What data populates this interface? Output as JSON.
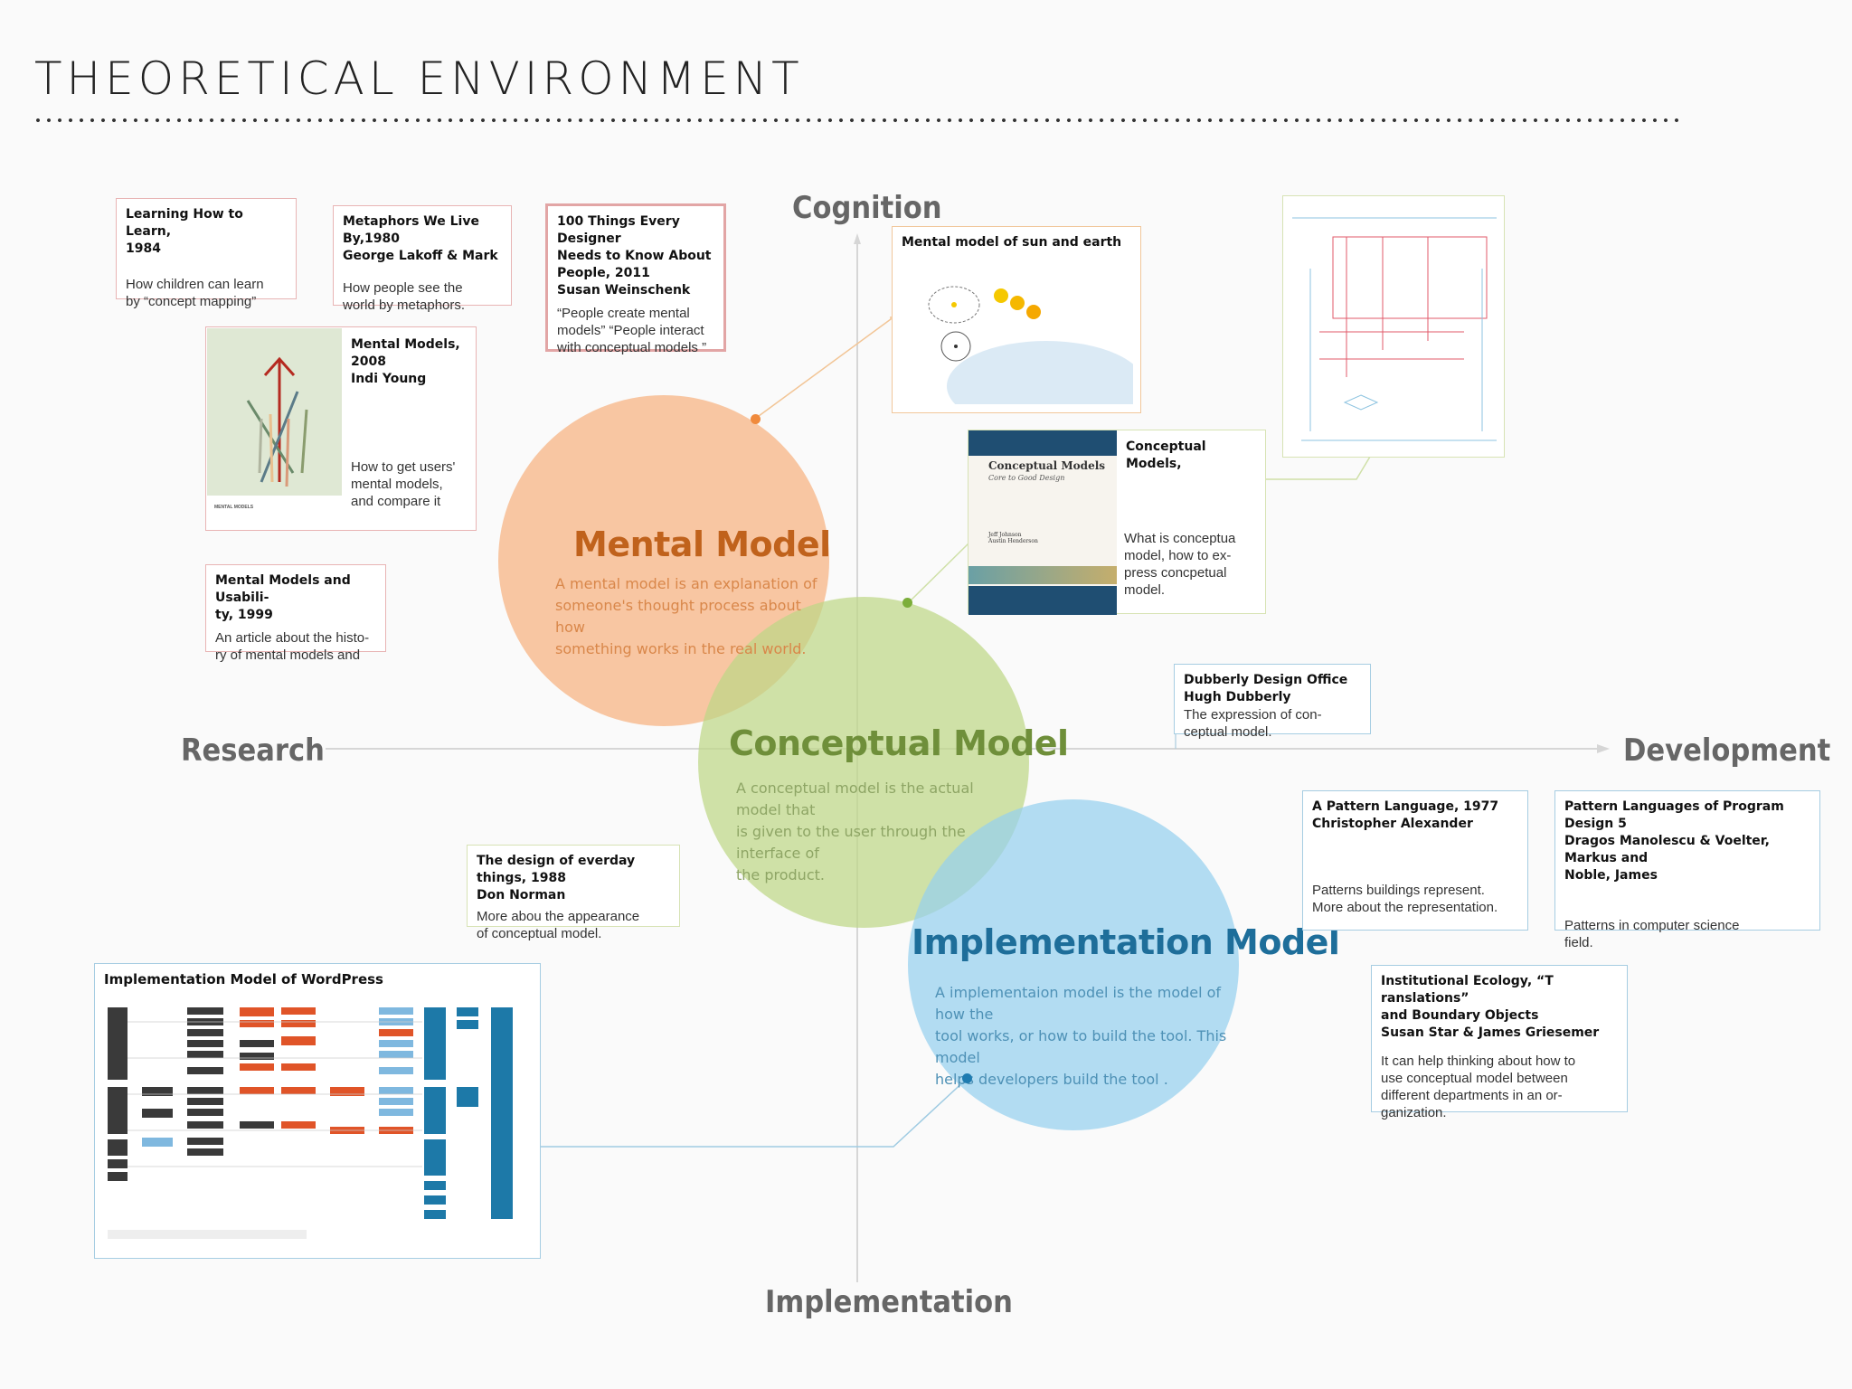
{
  "page_title": "THEORETICAL ENVIRONMENT",
  "axes": {
    "top": "Cognition",
    "bottom": "Implementation",
    "left": "Research",
    "right": "Development"
  },
  "circles": {
    "mental": {
      "title": "Mental Model",
      "desc": [
        "A mental model is an explanation of",
        "someone's thought process about how",
        "something works in the real world."
      ],
      "color": "#f6b98c"
    },
    "conceptual": {
      "title": "Conceptual Model",
      "desc": [
        "A conceptual model is the actual model that",
        "is given to the user through the interface of",
        "the product."
      ],
      "color": "#c6dc95"
    },
    "implementation": {
      "title": "Implementation Model",
      "desc": [
        "A implementaion model is the model of how the",
        "tool works, or how to build the tool. This model",
        "helps developers build the tool ."
      ],
      "color": "#9fd4ee"
    }
  },
  "cards": {
    "learning": {
      "title": [
        "Learning How to Learn,",
        "1984"
      ],
      "body": [
        "How children can learn",
        "by “concept mapping”"
      ]
    },
    "metaphors": {
      "title": [
        "Metaphors We Live By,1980",
        "George Lakoff & Mark"
      ],
      "body": [
        "How people see the",
        "world by metaphors."
      ]
    },
    "hundred": {
      "title": [
        "100 Things Every Designer",
        "Needs to Know About",
        "People, 2011",
        "Susan Weinschenk"
      ],
      "body": [
        "“People create mental",
        "models” “People interact",
        "with conceptual models ”"
      ]
    },
    "mentalmodels": {
      "title": [
        "Mental Models, 2008",
        "Indi Young"
      ],
      "body": [
        "How to get users'",
        "mental models,",
        "and compare it"
      ],
      "book_label": "MENTAL MODELS"
    },
    "usability": {
      "title": [
        "Mental Models and Usabili-",
        "ty, 1999"
      ],
      "body": [
        "An article about the histo-",
        "ry of mental models and"
      ]
    },
    "sunearth": {
      "title": "Mental model of sun and earth"
    },
    "conceptualbook": {
      "title": "Conceptual Models,",
      "body": [
        "What is conceptua",
        "model, how to ex-",
        "press concpetual",
        "model."
      ],
      "cover_title": "Conceptual Models",
      "cover_sub": "Core to Good Design",
      "cover_authors": [
        "Jeff Johnson",
        "Austin Henderson"
      ]
    },
    "dubberly": {
      "title": [
        "Dubberly Design Office",
        "Hugh Dubberly"
      ],
      "body": [
        "The expression of con-",
        "ceptual model."
      ]
    },
    "norman": {
      "title": [
        "The design of everday things, 1988",
        "Don Norman"
      ],
      "body": [
        "More abou the appearance",
        "of conceptual model."
      ]
    },
    "pattern": {
      "title": [
        "A Pattern Language, 1977",
        "Christopher Alexander"
      ],
      "body": [
        "Patterns buildings represent.",
        "More about the representation."
      ]
    },
    "patternprog": {
      "title": [
        "Pattern Languages of Program Design 5",
        "Dragos Manolescu & Voelter, Markus and",
        "Noble, James"
      ],
      "body": [
        "Patterns in computer science",
        "field."
      ]
    },
    "institutional": {
      "title": [
        "Institutional Ecology, “T ranslations”",
        "and Boundary Objects",
        "Susan Star & James Griesemer"
      ],
      "body": [
        "It can help thinking about how to",
        "use conceptual model between",
        "different departments in an or-",
        "ganization."
      ]
    },
    "wordpress": {
      "title": "Implementation Model of WordPress"
    }
  }
}
